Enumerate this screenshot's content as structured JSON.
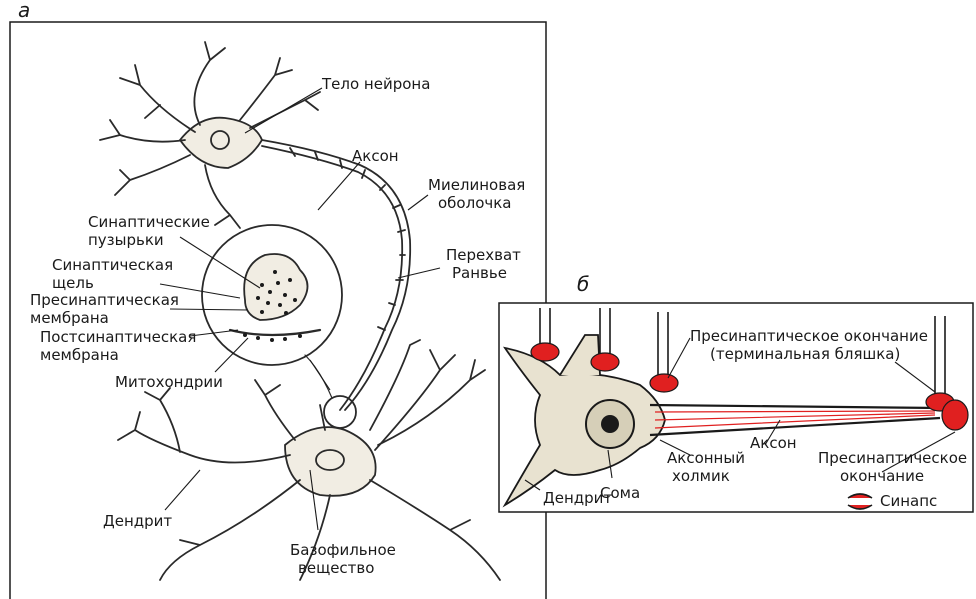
{
  "panels": {
    "a": {
      "letter": "а",
      "labels": {
        "soma": "Тело нейрона",
        "axon": "Аксон",
        "myelin_1": "Миелиновая",
        "myelin_2": "оболочка",
        "ranvier_1": "Перехват",
        "ranvier_2": "Ранвье",
        "vesicles_1": "Синаптические",
        "vesicles_2": "пузырьки",
        "cleft_1": "Синаптическая",
        "cleft_2": "щель",
        "presyn_1": "Пресинаптическая",
        "presyn_2": "мембрана",
        "postsyn_1": "Постсинаптическая",
        "postsyn_2": "мембрана",
        "mito": "Митохондрии",
        "dendrite": "Дендрит",
        "basophil_1": "Базофильное",
        "basophil_2": "вещество"
      }
    },
    "b": {
      "letter": "б",
      "labels": {
        "terminal_1": "Пресинаптическое окончание",
        "terminal_2": "(терминальная бляшка)",
        "soma": "Сома",
        "hillock_1": "Аксонный",
        "hillock_2": "холмик",
        "axon": "Аксон",
        "presyn_end_1": "Пресинаптическое",
        "presyn_end_2": "окончание",
        "dendrite": "Дендрит",
        "synapse": "Синапс"
      }
    }
  },
  "colors": {
    "line": "#1a1a1a",
    "synapse_red": "#e02020",
    "cell_fill": "#e8e2d0"
  }
}
